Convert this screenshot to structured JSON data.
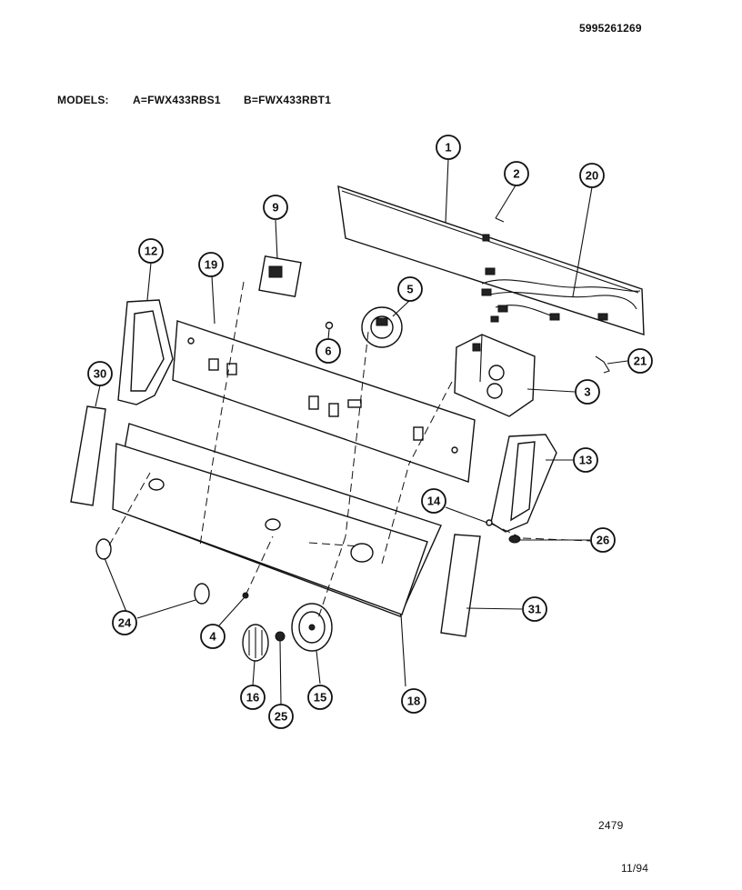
{
  "header": {
    "doc_number": "5995261269",
    "models_label": "MODELS:",
    "model_a": "A=FWX433RBS1",
    "model_b": "B=FWX433RBT1"
  },
  "footer": {
    "diagram_code": "2479",
    "date": "11/94"
  },
  "callouts": {
    "c1": "1",
    "c2": "2",
    "c3": "3",
    "c4": "4",
    "c5": "5",
    "c6": "6",
    "c9": "9",
    "c12": "12",
    "c13": "13",
    "c14": "14",
    "c15": "15",
    "c16": "16",
    "c18": "18",
    "c19": "19",
    "c20": "20",
    "c21": "21",
    "c24": "24",
    "c25": "25",
    "c26": "26",
    "c30": "30",
    "c31": "31"
  }
}
